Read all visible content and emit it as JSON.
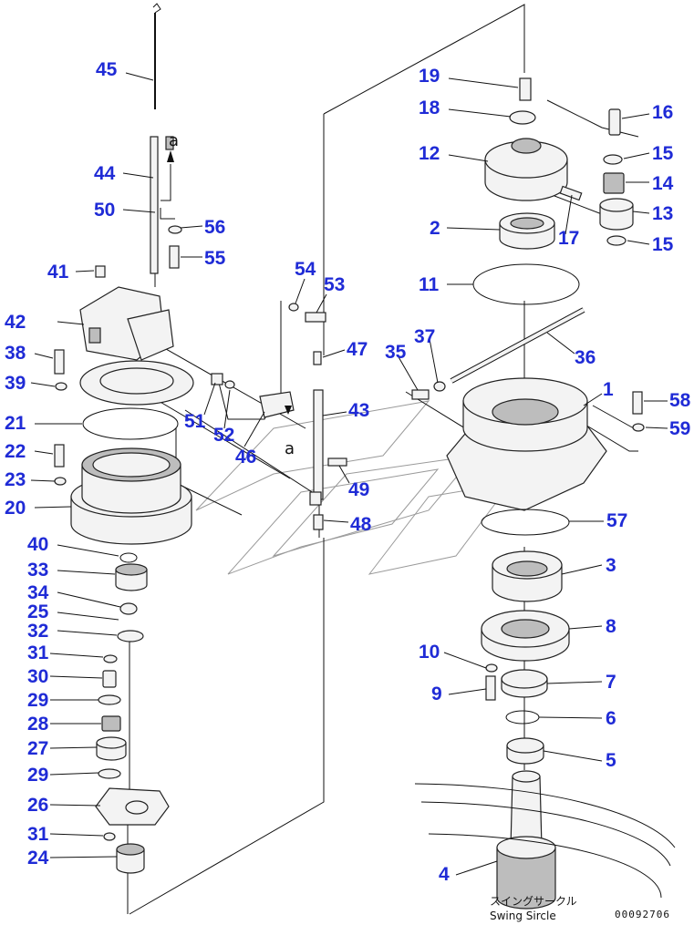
{
  "diagram": {
    "callouts": [
      {
        "id": "45",
        "text": "45"
      },
      {
        "id": "44",
        "text": "44"
      },
      {
        "id": "50",
        "text": "50"
      },
      {
        "id": "56",
        "text": "56"
      },
      {
        "id": "55",
        "text": "55"
      },
      {
        "id": "41",
        "text": "41"
      },
      {
        "id": "42",
        "text": "42"
      },
      {
        "id": "38",
        "text": "38"
      },
      {
        "id": "39",
        "text": "39"
      },
      {
        "id": "21",
        "text": "21"
      },
      {
        "id": "22",
        "text": "22"
      },
      {
        "id": "23",
        "text": "23"
      },
      {
        "id": "20",
        "text": "20"
      },
      {
        "id": "40",
        "text": "40"
      },
      {
        "id": "33",
        "text": "33"
      },
      {
        "id": "34",
        "text": "34"
      },
      {
        "id": "25",
        "text": "25"
      },
      {
        "id": "32",
        "text": "32"
      },
      {
        "id": "31a",
        "text": "31"
      },
      {
        "id": "30",
        "text": "30"
      },
      {
        "id": "29a",
        "text": "29"
      },
      {
        "id": "28",
        "text": "28"
      },
      {
        "id": "27",
        "text": "27"
      },
      {
        "id": "29b",
        "text": "29"
      },
      {
        "id": "26",
        "text": "26"
      },
      {
        "id": "31b",
        "text": "31"
      },
      {
        "id": "24",
        "text": "24"
      },
      {
        "id": "54",
        "text": "54"
      },
      {
        "id": "53",
        "text": "53"
      },
      {
        "id": "47",
        "text": "47"
      },
      {
        "id": "43",
        "text": "43"
      },
      {
        "id": "51",
        "text": "51"
      },
      {
        "id": "52",
        "text": "52"
      },
      {
        "id": "46",
        "text": "46"
      },
      {
        "id": "49",
        "text": "49"
      },
      {
        "id": "48",
        "text": "48"
      },
      {
        "id": "19",
        "text": "19"
      },
      {
        "id": "18",
        "text": "18"
      },
      {
        "id": "16",
        "text": "16"
      },
      {
        "id": "12",
        "text": "12"
      },
      {
        "id": "15a",
        "text": "15"
      },
      {
        "id": "14",
        "text": "14"
      },
      {
        "id": "13",
        "text": "13"
      },
      {
        "id": "2",
        "text": "2"
      },
      {
        "id": "17",
        "text": "17"
      },
      {
        "id": "15b",
        "text": "15"
      },
      {
        "id": "11",
        "text": "11"
      },
      {
        "id": "37",
        "text": "37"
      },
      {
        "id": "35",
        "text": "35"
      },
      {
        "id": "36",
        "text": "36"
      },
      {
        "id": "1",
        "text": "1"
      },
      {
        "id": "58",
        "text": "58"
      },
      {
        "id": "59",
        "text": "59"
      },
      {
        "id": "57",
        "text": "57"
      },
      {
        "id": "3",
        "text": "3"
      },
      {
        "id": "8",
        "text": "8"
      },
      {
        "id": "10",
        "text": "10"
      },
      {
        "id": "9",
        "text": "9"
      },
      {
        "id": "7",
        "text": "7"
      },
      {
        "id": "6",
        "text": "6"
      },
      {
        "id": "5",
        "text": "5"
      },
      {
        "id": "4",
        "text": "4"
      }
    ],
    "connection_marks": [
      "a",
      "a"
    ],
    "caption_jp": "スイングサークル",
    "caption_en": "Swing Sircle",
    "drawing_code": "00092706",
    "colors": {
      "callout": "#1f2bd6",
      "line": "#111111",
      "part_fill": "#f3f3f3"
    }
  }
}
